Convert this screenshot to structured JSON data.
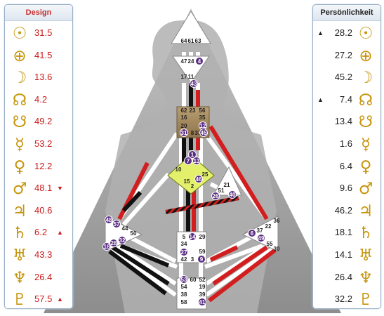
{
  "design_panel": {
    "title": "Design",
    "rows": [
      {
        "icon": "sun-icon",
        "glyph": "☉",
        "value": "31.5",
        "arrow": ""
      },
      {
        "icon": "earth-icon",
        "glyph": "⊕",
        "value": "41.5",
        "arrow": ""
      },
      {
        "icon": "moon-icon",
        "glyph": "☽",
        "value": "13.6",
        "arrow": ""
      },
      {
        "icon": "north-node-icon",
        "glyph": "☊",
        "value": "4.2",
        "arrow": ""
      },
      {
        "icon": "south-node-icon",
        "glyph": "☋",
        "value": "49.2",
        "arrow": ""
      },
      {
        "icon": "mercury-icon",
        "glyph": "☿",
        "value": "53.2",
        "arrow": ""
      },
      {
        "icon": "venus-icon",
        "glyph": "♀",
        "value": "12.2",
        "arrow": ""
      },
      {
        "icon": "mars-icon",
        "glyph": "♂",
        "value": "48.1",
        "arrow": "▼"
      },
      {
        "icon": "jupiter-icon",
        "glyph": "♃",
        "value": "40.6",
        "arrow": ""
      },
      {
        "icon": "saturn-icon",
        "glyph": "♄",
        "value": "6.2",
        "arrow": "▲"
      },
      {
        "icon": "uranus-icon",
        "glyph": "♅",
        "value": "43.3",
        "arrow": ""
      },
      {
        "icon": "neptune-icon",
        "glyph": "♆",
        "value": "26.4",
        "arrow": ""
      },
      {
        "icon": "pluto-icon",
        "glyph": "♇",
        "value": "57.5",
        "arrow": "▲"
      }
    ]
  },
  "personality_panel": {
    "title": "Persönlichkeit",
    "rows": [
      {
        "icon": "sun-icon",
        "glyph": "☉",
        "value": "28.2",
        "arrow": "▲"
      },
      {
        "icon": "earth-icon",
        "glyph": "⊕",
        "value": "27.2",
        "arrow": ""
      },
      {
        "icon": "moon-icon",
        "glyph": "☽",
        "value": "45.2",
        "arrow": ""
      },
      {
        "icon": "north-node-icon",
        "glyph": "☊",
        "value": "7.4",
        "arrow": "▲"
      },
      {
        "icon": "south-node-icon",
        "glyph": "☋",
        "value": "13.4",
        "arrow": ""
      },
      {
        "icon": "mercury-icon",
        "glyph": "☿",
        "value": "1.6",
        "arrow": ""
      },
      {
        "icon": "venus-icon",
        "glyph": "♀",
        "value": "6.4",
        "arrow": ""
      },
      {
        "icon": "mars-icon",
        "glyph": "♂",
        "value": "9.6",
        "arrow": ""
      },
      {
        "icon": "jupiter-icon",
        "glyph": "♃",
        "value": "46.2",
        "arrow": ""
      },
      {
        "icon": "saturn-icon",
        "glyph": "♄",
        "value": "18.1",
        "arrow": ""
      },
      {
        "icon": "uranus-icon",
        "glyph": "♅",
        "value": "14.1",
        "arrow": ""
      },
      {
        "icon": "neptune-icon",
        "glyph": "♆",
        "value": "26.4",
        "arrow": ""
      },
      {
        "icon": "pluto-icon",
        "glyph": "♇",
        "value": "32.2",
        "arrow": ""
      }
    ]
  },
  "colors": {
    "design_red": "#cc1b1b",
    "glyph_gold": "#c7950c",
    "gate_purple": "#5a2d82",
    "g_center_yellow": "#e2f06b",
    "throat_brown": "#a58b5e"
  },
  "gates": {
    "head": [
      "64",
      "61",
      "63"
    ],
    "ajna": [
      "47",
      "24",
      "4",
      "17",
      "11",
      "43"
    ],
    "throat": [
      "62",
      "23",
      "56",
      "16",
      "35",
      "20",
      "12",
      "31",
      "8",
      "33",
      "45"
    ],
    "g_center": [
      "1",
      "7",
      "13",
      "10",
      "25",
      "15",
      "46",
      "2"
    ],
    "ego": [
      "21",
      "51",
      "26",
      "40"
    ],
    "spleen": [
      "48",
      "57",
      "44",
      "50",
      "32",
      "28",
      "18"
    ],
    "solar_plexus": [
      "36",
      "22",
      "37",
      "6",
      "49",
      "55",
      "30"
    ],
    "sacral": [
      "5",
      "14",
      "29",
      "34",
      "27",
      "59",
      "42",
      "3",
      "9"
    ],
    "root": [
      "53",
      "60",
      "52",
      "54",
      "19",
      "38",
      "39",
      "58",
      "41"
    ]
  }
}
